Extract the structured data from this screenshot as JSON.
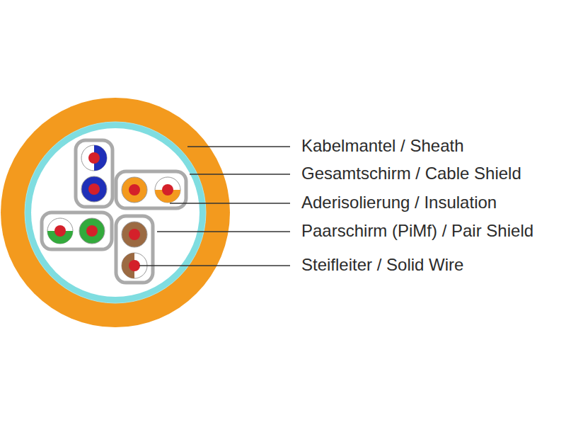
{
  "diagram": {
    "labels": [
      "Kabelmantel / Sheath",
      "Gesamtschirm / Cable Shield",
      "Aderisolierung / Insulation",
      "Paarschirm (PiMf) / Pair Shield",
      "Steifleiter / Solid Wire"
    ]
  }
}
